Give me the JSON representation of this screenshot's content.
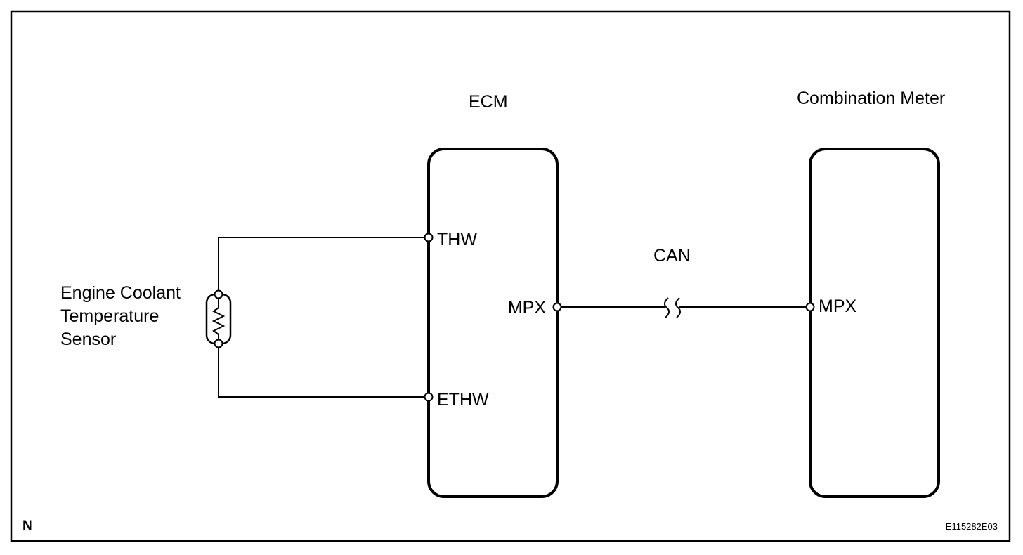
{
  "components": {
    "ecm": {
      "label": "ECM"
    },
    "combination_meter": {
      "label": "Combination Meter"
    },
    "sensor": {
      "lines": [
        "Engine Coolant",
        "Temperature",
        "Sensor"
      ]
    }
  },
  "terminals": {
    "ecm_thw": "THW",
    "ecm_ethw": "ETHW",
    "ecm_mpx": "MPX",
    "meter_mpx": "MPX"
  },
  "bus": {
    "label": "CAN"
  },
  "corner": {
    "left": "N",
    "right": "E115282E03"
  }
}
